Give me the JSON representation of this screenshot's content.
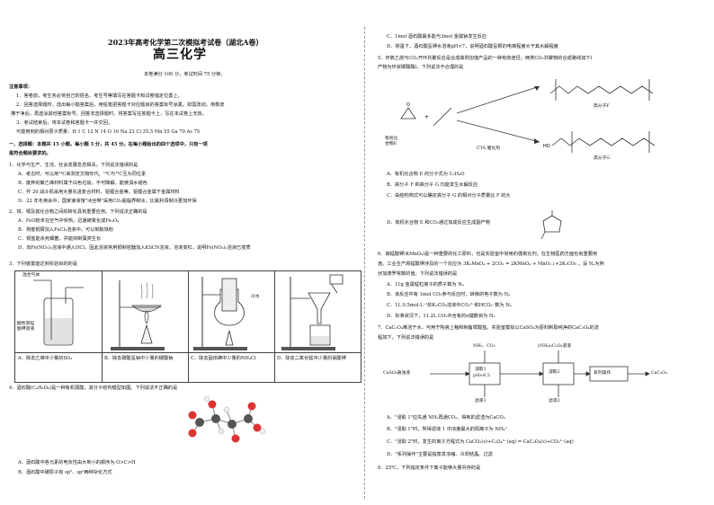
{
  "header": {
    "exam_title": "2023年高考化学第二次模拟考试卷（湖北A卷）",
    "subject": "高三化学",
    "meta": "本卷满分 100 分，考试时间 75 分钟。"
  },
  "notes": {
    "title": "注意事项：",
    "items": [
      "1．答卷前，考生务必将自己的姓名、考生号等填写在答题卡和试卷指定位置上。",
      "2．回答选择题时，选出每小题答案后，用铅笔把答题卡对应题目的答案标号涂黑。如需改动，用橡皮",
      "擦干净后，再选涂其他答案标号。回答非选择题时，将答案写在答题卡上，写在本试卷上无效。",
      "3．考试结束后，将本试卷和答题卡一并交回。",
      "可能用到的相对原子质量：H 1   C 12   N 14   O 16   Na 23   Cl 35.5   Mn 55   Ga 70   As 75"
    ]
  },
  "section1": {
    "title": "一、选择题：本题共 15 小题，每小题 3 分，共 45 分。在每小题给出的四个选项中，只有一项",
    "title2": "是符合题目要求的。"
  },
  "q1": {
    "stem": "1．化学与生产、生活、社会发展息息相关。下列说法错误的是",
    "options": [
      "A．考古时，可以用¹⁴C来测定文物年代，¹³C与¹⁴C互为同位素",
      "B．废弃的聚乙烯材料属于白色垃圾，不可降解，能使溴水褪色",
      "C．歼 20 战斗机采用大量先进复合材料、铝锂合金等，铝锂合金属于金属材料",
      "D．22 年冬奥会中，国家速滑馆\"冰丝带\"采用CO₂超临界制冰，比氟利昂制冷更加环保"
    ]
  },
  "q2": {
    "stem": "2．铁、铜及其化合物之间的转化具有重要应用。下列说法正确的是",
    "options": [
      "A．FeO粉末在空气中受热，迅速被氧化成Fe₃O₄",
      "B．将废铜屑加入FeCl₃溶液中，可以制取铁粉",
      "C．铜盐能杀死细菌，并能抑制藻类生长",
      "D．向Fe(NO₃)₂溶液中通入HCl，因此溶液常用铜制容器加入KSCN溶液，溶液变红，说明Fe(NO₃)₂溶液已变质"
    ]
  },
  "q3": {
    "stem": "3．下列装置能达到实验目的的是",
    "labels": [
      "混合气体",
      "酸性高锰",
      "酸钾溶液",
      "冷水"
    ],
    "options": [
      "A．除去乙烯中少量的SO₂",
      "B．除去碳酸氢钠中少量的碳酸钠",
      "C．除去固体碘中少量的NH₄Cl",
      "D．除去二氧化锰中少量的氯酸钾"
    ]
  },
  "q4": {
    "stem": "4．酒石酸(C₄H₆O₆)是一种有机弱酸，其分子结构模型如图。下列说法不正确的是",
    "options": [
      "A．酒石酸中各元素的电负性由大到小的顺序为 O>C>H",
      "B．酒石酸中碳原子有 sp²、sp³两种杂化方式"
    ]
  },
  "q4b": {
    "options": [
      "C．1mol 酒石酸最多能与3mol 金属钠发生反应",
      "D．常温下，酒石酸氢钾水溶液pH<7，说明酒石酸氢根的电离程度大于其水解程度"
    ]
  },
  "q5": {
    "stem": "5．环氧乙烷与CO₂开环共聚反应是合成高附加值产品的一种有效途径，两类CO₂共聚物的合成路线如下(",
    "stem2": "产物为环状碳酸酯)。下列说法不合理的是",
    "labels": [
      "有机化",
      "合物E",
      "CTA 催化剂",
      "高分子F",
      "高分子G"
    ],
    "options": [
      "A．有机化合物 E 的分子式为 C₂H₄O",
      "B．高分子 F 和高分子 G 均能发生水解反应",
      "C．由结构简式可以确定高分子 G 的相对分子质量比 F 的大",
      "D．有机化合物 E 和CO₂通过加成反应生成副产物"
    ]
  },
  "q6": {
    "stem": "6．高锰酸钾(KMnO₄)是一种重要的化工原料，也是实验室中常用的强氧化剂，在生物医药方面也有重要用",
    "stem2": "途。工业生产高锰酸钾涉及的一个反应为 3K₂MnO₄ + 2CO₂ = 2KMnO₄ + MnO₂↓+2K₂CO₃ 。设 Nₐ为阿",
    "stem3": "伏加德罗常数的值，下列说法错误的是",
    "options": [
      "A．11g 金属锰粒离子的质子数为 Nₐ",
      "B．该反应中有 1mol CO₂参与反应时，转移的电子数为 Nₐ",
      "C．1L 0.5mol·L⁻¹的K₂CO₃溶液中CO₃²⁻和HCO₃⁻数为 Nₐ",
      "D．标准状况下，11.2L CO₂中含有的π键数目为 Nₐ"
    ]
  },
  "q7": {
    "stem": "7．CaC₂O₄难溶于水，可用于陶瓷上釉和制备草酸盐。实验室模拟以CaSO₄为原料制取纯净的CaC₂O₄的流",
    "stem2": "程如下。下列说法错误的是",
    "flow": [
      "CaSO₄悬浊液",
      "浸取1",
      "pH≈6.5",
      "浸取2",
      "系列操作",
      "CaC₂O₄",
      "NH₃、CO₂",
      "(NH₄)₂C₂O₄溶液",
      "滤液1",
      "滤渣2"
    ],
    "options": [
      "A．\"浸取 1\"应先通 NH₃再通CO₂，得到的滤渣为CaCO₃",
      "B．\"浸取 1\"时，所得滤液 1 中浓度最大的阳离子为 NH₄⁺",
      "C．\"浸取 2\"时，发生的离子方程式为 CaCO₃(s)+C₂O₄²⁻(aq) = CaC₂O₄(s)+CO₃²⁻(aq)",
      "D．\"系列操作\"主要是指蒸发浓缩、冷却结晶、过滤"
    ]
  },
  "q8": {
    "stem": "8．25℃，下列指定条件下离子能够大量共存的是"
  }
}
